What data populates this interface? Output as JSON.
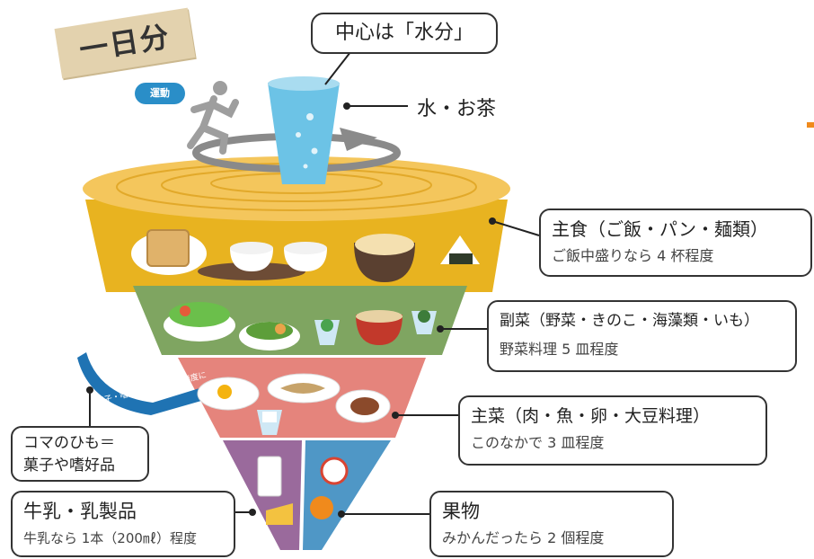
{
  "title_banner": "一日分",
  "exercise_label": "運動",
  "center_callout": "中心は「水分」",
  "water_label": "水・お茶",
  "string_ribbon": "菓子・嗜好飲料　楽しく適度に",
  "layers": {
    "staple": {
      "title": "主食（ご飯・パン・麺類）",
      "subtitle": "ご飯中盛りなら 4 杯程度"
    },
    "side": {
      "title": "副菜（野菜・きのこ・海藻類・いも）",
      "subtitle": "野菜料理 5 皿程度"
    },
    "main": {
      "title": "主菜（肉・魚・卵・大豆料理）",
      "subtitle": "このなかで 3 皿程度"
    },
    "dairy": {
      "title": "牛乳・乳製品",
      "subtitle": "牛乳なら 1本（200㎖）程度"
    },
    "fruit": {
      "title": "果物",
      "subtitle": "みかんだったら 2 個程度"
    }
  },
  "top_string": {
    "line1": "コマのひも＝",
    "line2": "菓子や嗜好品"
  },
  "colors": {
    "top_disc": "#f4c65c",
    "staple_band": "#e8b320",
    "side_band": "#7fa561",
    "main_band": "#e5847c",
    "dairy_band": "#9a6a9c",
    "fruit_band": "#4f97c6",
    "water": "#6cc3e6",
    "ribbon": "#1f73b3"
  }
}
